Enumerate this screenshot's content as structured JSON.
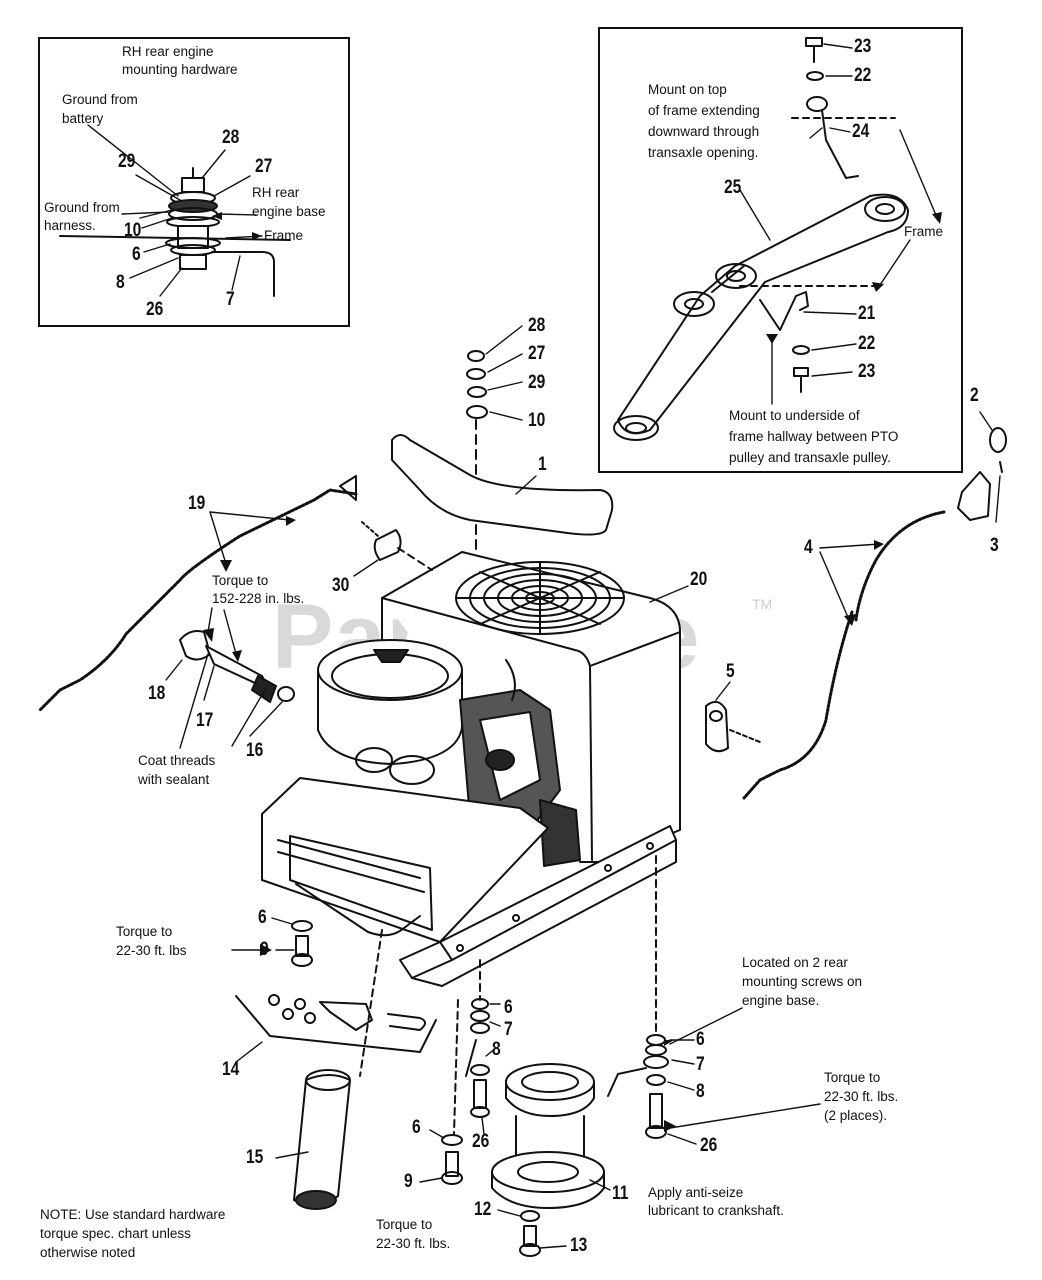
{
  "watermark": {
    "text": "PartsTree",
    "tm": "TM"
  },
  "inset_left": {
    "title_line1": "RH rear engine",
    "title_line2": "mounting hardware",
    "ground_battery_1": "Ground from",
    "ground_battery_2": "battery",
    "ground_harness_1": "Ground from",
    "ground_harness_2": "harness.",
    "rh_base_1": "RH rear",
    "rh_base_2": "engine base",
    "frame": "Frame",
    "num_28": "28",
    "num_29": "29",
    "num_27": "27",
    "num_10": "10",
    "num_6": "6",
    "num_8": "8",
    "num_26": "26",
    "num_7": "7"
  },
  "inset_right": {
    "mount_top_1": "Mount on top",
    "mount_top_2": "of frame extending",
    "mount_top_3": "downward through",
    "mount_top_4": "transaxle opening.",
    "frame": "Frame",
    "mount_under_1": "Mount to underside of",
    "mount_under_2": "frame hallway between PTO",
    "mount_under_3": "pulley and transaxle pulley.",
    "num_23a": "23",
    "num_22a": "22",
    "num_24": "24",
    "num_25": "25",
    "num_21": "21",
    "num_22b": "22",
    "num_23b": "23"
  },
  "main": {
    "torque_18_1": "Torque to",
    "torque_18_2": "152-228 in. lbs.",
    "coat_1": "Coat threads",
    "coat_2": "with sealant",
    "torque_9_1": "Torque to",
    "torque_9_2": "22-30 ft. lbs",
    "located_1": "Located on 2 rear",
    "located_2": "mounting screws on",
    "located_3": "engine base.",
    "torque_26_1": "Torque to",
    "torque_26_2": "22-30 ft. lbs.",
    "torque_26_3": "(2 places).",
    "anti_1": "Apply anti-seize",
    "anti_2": "lubricant to crankshaft.",
    "torque_bottom_1": "Torque to",
    "torque_bottom_2": "22-30 ft. lbs.",
    "note_1": "NOTE: Use standard hardware",
    "note_2": "torque spec. chart unless",
    "note_3": "otherwise noted",
    "n28": "28",
    "n27": "27",
    "n29": "29",
    "n10": "10",
    "n1": "1",
    "n2": "2",
    "n3": "3",
    "n4": "4",
    "n5": "5",
    "n19": "19",
    "n30": "30",
    "n20": "20",
    "n18": "18",
    "n17": "17",
    "n16": "16",
    "n6a": "6",
    "n9a": "9",
    "n14": "14",
    "n15": "15",
    "n6b": "6",
    "n7b": "7",
    "n8b": "8",
    "n26b": "26",
    "n6c": "6",
    "n7c": "7",
    "n8c": "8",
    "n26c": "26",
    "n6d": "6",
    "n9d": "9",
    "n11": "11",
    "n12": "12",
    "n13": "13"
  }
}
